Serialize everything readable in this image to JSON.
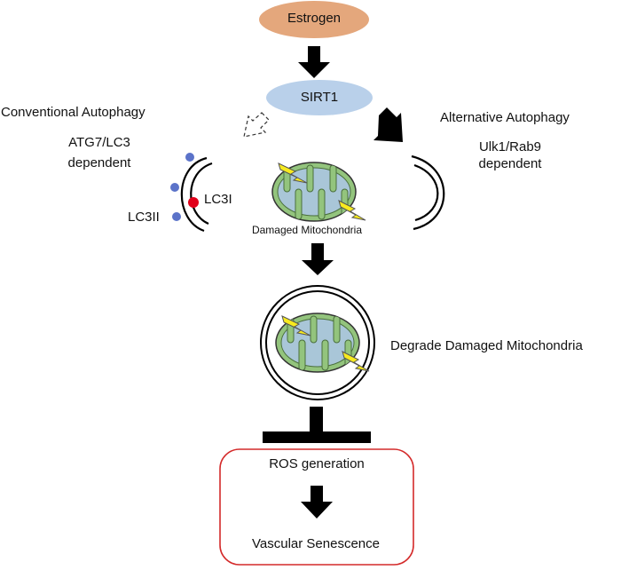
{
  "nodes": {
    "estrogen": "Estrogen",
    "sirt1": "SIRT1"
  },
  "conventional": {
    "title": "Conventional Autophagy",
    "line1": "ATG7/LC3",
    "line2": "dependent",
    "lc3i": "LC3I",
    "lc3ii": "LC3II"
  },
  "alternative": {
    "title": "Alternative Autophagy",
    "line1": "Ulk1/Rab9",
    "line2": "dependent"
  },
  "mitochondria": {
    "damaged": "Damaged Mitochondria",
    "degrade": "Degrade Damaged Mitochondria"
  },
  "outcome": {
    "ros": "ROS generation",
    "senescence": "Vascular Senescence"
  },
  "colors": {
    "estrogen_fill": "#e4a77c",
    "sirt1_fill": "#b9d0ea",
    "lc3_blue": "#5b73c9",
    "lc3_red": "#e1001a",
    "mito_outer": "#93c47d",
    "mito_inner": "#a9c6d8",
    "lightning": "#f7ea1e",
    "outcome_border": "#d42a2a"
  }
}
